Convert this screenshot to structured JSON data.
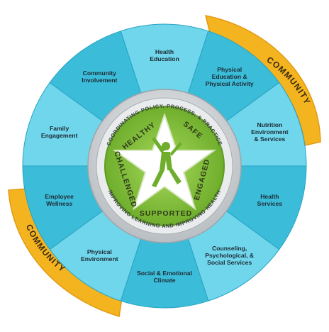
{
  "colors": {
    "community_orange": "#f4b41f",
    "community_orange_dark": "#e19a12",
    "segment_light": "#6fd6ec",
    "segment_dark": "#3bbcd9",
    "segment_edge": "#2aa3c2",
    "ring_silver": "#cfd3d6",
    "inner_green": "#8dc63f",
    "inner_green_dark": "#5e9a24",
    "star_white": "#ffffff"
  },
  "community": {
    "top_label": "COMMUNITY",
    "bottom_label": "COMMUNITY"
  },
  "segments": [
    {
      "lines": [
        "Health",
        "Education"
      ]
    },
    {
      "lines": [
        "Physical",
        "Education &",
        "Physical Activity"
      ]
    },
    {
      "lines": [
        "Nutrition",
        "Environment",
        "& Services"
      ]
    },
    {
      "lines": [
        "Health",
        "Services"
      ]
    },
    {
      "lines": [
        "Counseling,",
        "Psychological, &",
        "Social Services"
      ]
    },
    {
      "lines": [
        "Social & Emotional",
        "Climate"
      ]
    },
    {
      "lines": [
        "Physical",
        "Environment"
      ]
    },
    {
      "lines": [
        "Employee",
        "Wellness"
      ]
    },
    {
      "lines": [
        "Family",
        "Engagement"
      ]
    },
    {
      "lines": [
        "Community",
        "Involvement"
      ]
    }
  ],
  "ring": {
    "top_text": "COORDINATING POLICY, PROCESS, & PRACTICE",
    "bottom_text": "IMPROVING LEARNING AND IMPROVING HEALTH"
  },
  "core": {
    "words": [
      "HEALTHY",
      "SAFE",
      "ENGAGED",
      "SUPPORTED",
      "CHALLENGED"
    ],
    "figure_icon": "jumping-child-icon"
  }
}
